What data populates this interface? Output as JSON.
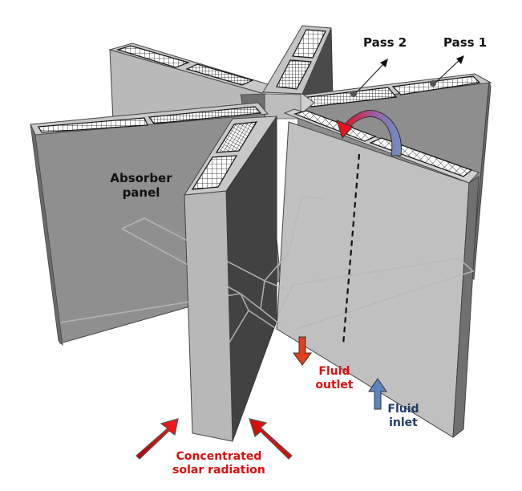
{
  "diagram": {
    "title": "Solar receiver with radial absorber panels",
    "labels": {
      "pass2": "Pass 2",
      "pass1": "Pass 1",
      "absorber_panel": [
        "Absorber",
        "panel"
      ],
      "fluid_outlet": [
        "Fluid",
        "outlet"
      ],
      "fluid_inlet": [
        "Fluid",
        "inlet"
      ],
      "concentrated_solar_radiation": [
        "Concentrated",
        "solar radiation"
      ]
    },
    "components": [
      {
        "name": "absorber-panel",
        "count": 6
      },
      {
        "name": "central-hub"
      },
      {
        "name": "flow-channel-pass-1"
      },
      {
        "name": "flow-channel-pass-2"
      },
      {
        "name": "flow-reversal-arrow"
      },
      {
        "name": "panel-divider-dashed-line"
      }
    ],
    "colors": {
      "hot_fluid": "#e8101c",
      "cold_fluid": "#6d93c5",
      "radiation_arrow": "#e00c0c",
      "outlet_arrow": "#e2401a",
      "inlet_arrow": "#5b85c0",
      "label_red": "#e00c0c",
      "label_blue": "#1f3b6b",
      "label_black": "#111111"
    }
  }
}
